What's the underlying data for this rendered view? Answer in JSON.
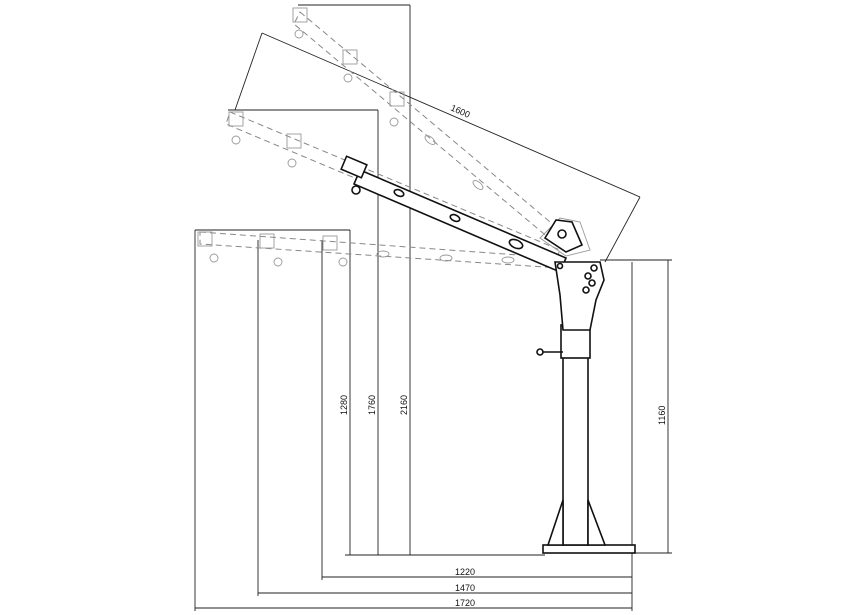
{
  "dimensions": {
    "boom_length": "1600",
    "height_low": "1280",
    "height_mid": "1760",
    "height_high": "2160",
    "pivot_height": "1160",
    "reach_short": "1220",
    "reach_mid": "1470",
    "reach_long": "1720"
  },
  "colors": {
    "line": "#222222",
    "ghost": "#888888"
  }
}
